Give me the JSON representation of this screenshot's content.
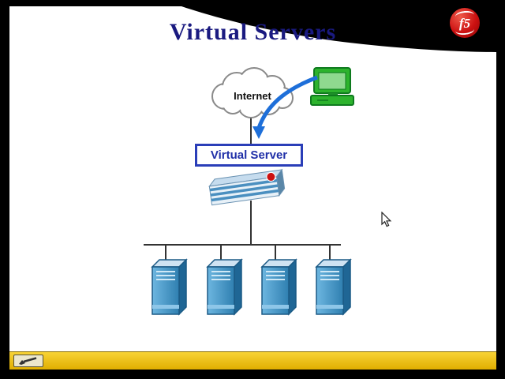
{
  "slide": {
    "title": "Virtual Servers"
  },
  "logo": {
    "text": "f5"
  },
  "diagram": {
    "internet_label": "Internet",
    "virtual_server_label": "Virtual Server",
    "server_count": 4
  },
  "colors": {
    "frame": "#000000",
    "slide_bg": "#ffffff",
    "title": "#1a1a80",
    "virtual_server_border": "#2a3eb8",
    "arrow_blue": "#1e6fd9",
    "server_blue": "#3a8fc0",
    "computer_green": "#2db32d",
    "bottom_bar_yellow": "#f0c11a",
    "logo_red": "#cc1111"
  }
}
